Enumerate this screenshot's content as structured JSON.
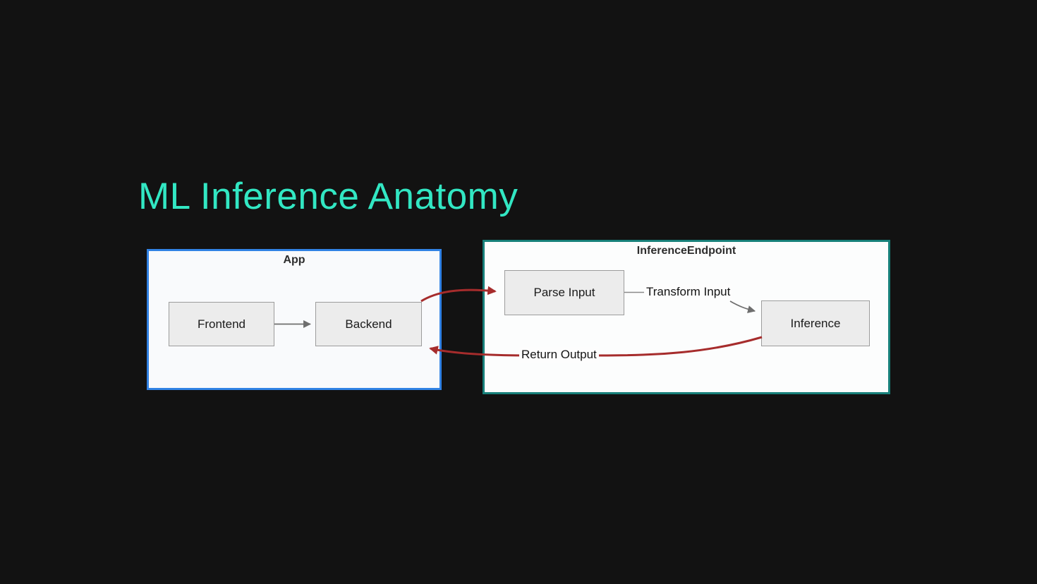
{
  "title": {
    "text": "ML Inference Anatomy",
    "color": "#32e7c3"
  },
  "app": {
    "label": "App",
    "border_color": "#3182e4",
    "fill": "#f9fafc",
    "nodes": {
      "frontend": "Frontend",
      "backend": "Backend"
    }
  },
  "endpoint": {
    "label": "InferenceEndpoint",
    "border_color": "#17807a",
    "fill": "#fcfdfd",
    "nodes": {
      "parse_input": "Parse Input",
      "inference": "Inference"
    }
  },
  "edges": {
    "transform_input": "Transform Input",
    "return_output": "Return Output",
    "flow_color": "#a62c2c",
    "neutral_color": "#6e6e6e"
  },
  "colors": {
    "background": "#121212",
    "node_fill": "#ececec",
    "node_border": "#9c9c9c",
    "node_text": "#1b1b1b",
    "container_label_text": "#2d2d2d"
  }
}
